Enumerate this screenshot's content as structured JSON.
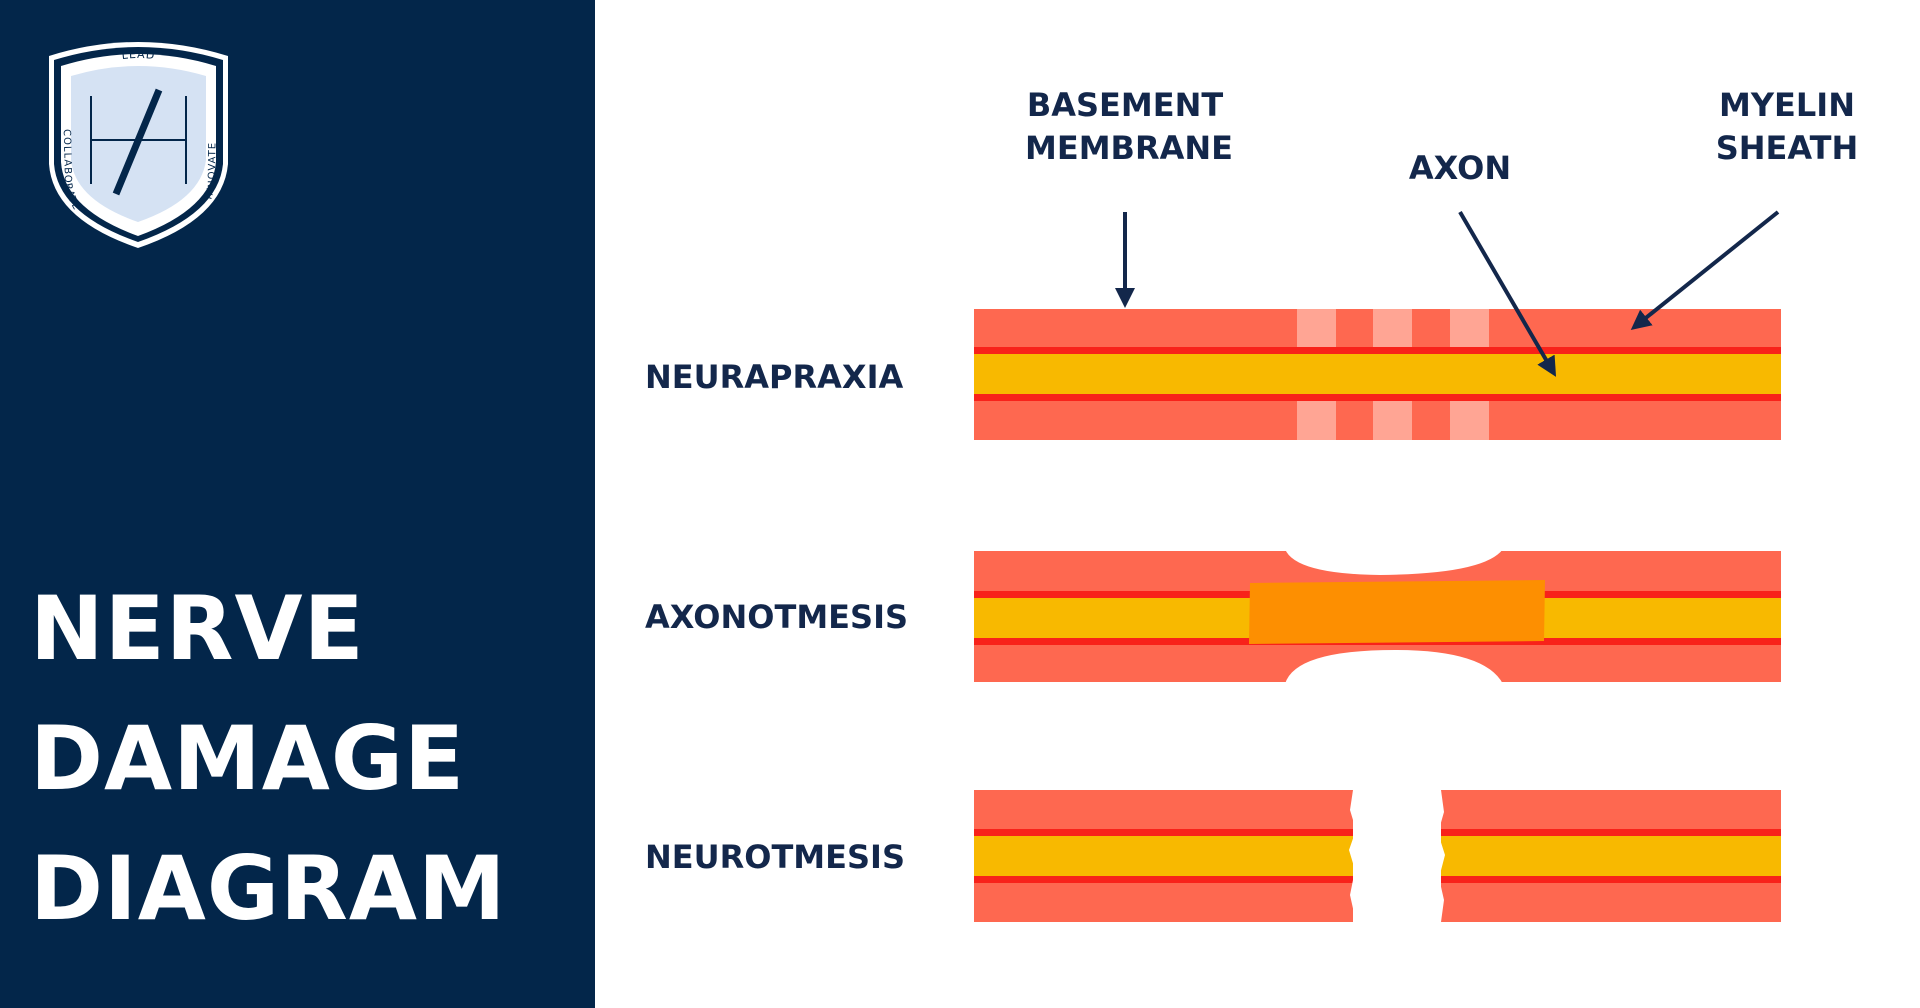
{
  "title": {
    "line1": "NERVE",
    "line2": "DAMAGE",
    "line3": "DIAGRAM"
  },
  "logo": {
    "top_word": "LEAD",
    "left_word": "COLLABORATE",
    "right_word": "INNOVATE"
  },
  "labels": {
    "basement_membrane_line1": "BASEMENT",
    "basement_membrane_line2": "MEMBRANE",
    "axon": "AXON",
    "myelin_sheath_line1": "MYELIN",
    "myelin_sheath_line2": "SHEATH"
  },
  "rows": {
    "row1": "NEURAPRAXIA",
    "row2": "AXONOTMESIS",
    "row3": "NEUROTMESIS"
  },
  "colors": {
    "navy": "#03264a",
    "text_navy": "#13274b",
    "sheath": "#fe6850",
    "axon": "#f8b900",
    "membrane_line": "#f8221a",
    "damaged_axon": "#fd8f01",
    "highlight": "#ffa594"
  }
}
